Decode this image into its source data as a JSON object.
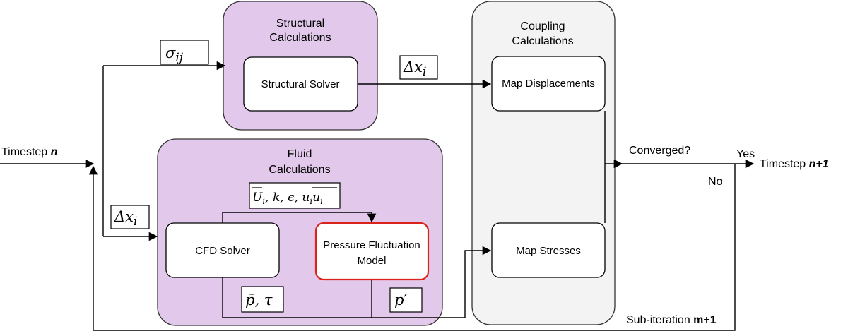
{
  "colors": {
    "structural_group": "#e2c8ea",
    "fluid_group": "#e2c8ea",
    "coupling_group": "#f3f3f3",
    "highlight_border": "#d9231c",
    "group_border": "#333333"
  },
  "groups": {
    "structural": {
      "title_line1": "Structural",
      "title_line2": "Calculations"
    },
    "fluid": {
      "title_line1": "Fluid",
      "title_line2": "Calculations"
    },
    "coupling": {
      "title_line1": "Coupling",
      "title_line2": "Calculations"
    }
  },
  "nodes": {
    "structural_solver": "Structural Solver",
    "cfd_solver": "CFD Solver",
    "pressure_model_line1": "Pressure Fluctuation",
    "pressure_model_line2": "Model",
    "map_displacements": "Map Displacements",
    "map_stresses": "Map Stresses"
  },
  "labels": {
    "timestep_n_prefix": "Timestep ",
    "timestep_n_var": "n",
    "timestep_n1_prefix": "Timestep ",
    "timestep_n1_var": "n+1",
    "converged": "Converged?",
    "yes": "Yes",
    "no": "No",
    "subiter_prefix": "Sub-iteration ",
    "subiter_var": "m+1"
  },
  "math": {
    "sigma": "σ",
    "sigma_sub": "ij",
    "dx_top": "Δx",
    "dx_top_sub": "i",
    "dx_left": "Δx",
    "dx_left_sub": "i",
    "turb_vars": "U",
    "turb_sub": "i",
    "turb_rest": ", k, ϵ, ",
    "turb_uu": "u",
    "turb_uu_sub1": "i",
    "turb_uu2": "u",
    "turb_uu_sub2": "i",
    "p_bar_tau": "p̄, τ",
    "p_prime": "p′"
  }
}
